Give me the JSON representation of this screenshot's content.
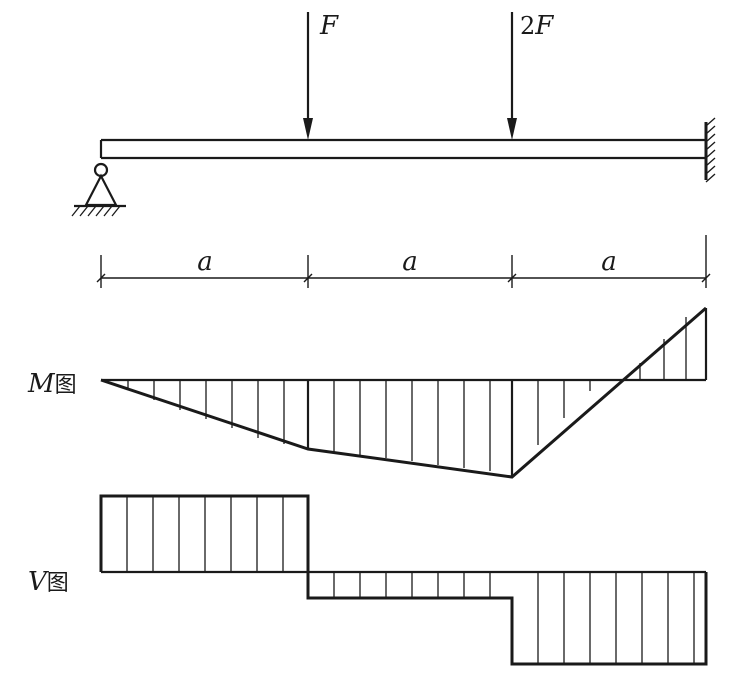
{
  "loads": {
    "load1": "F",
    "load2_coef": "2",
    "load2_sym": "F"
  },
  "dimensions": {
    "span1": "a",
    "span2": "a",
    "span3": "a"
  },
  "moment_diagram": {
    "symbol": "M",
    "suffix": "图"
  },
  "shear_diagram": {
    "symbol": "V",
    "suffix": "图"
  }
}
